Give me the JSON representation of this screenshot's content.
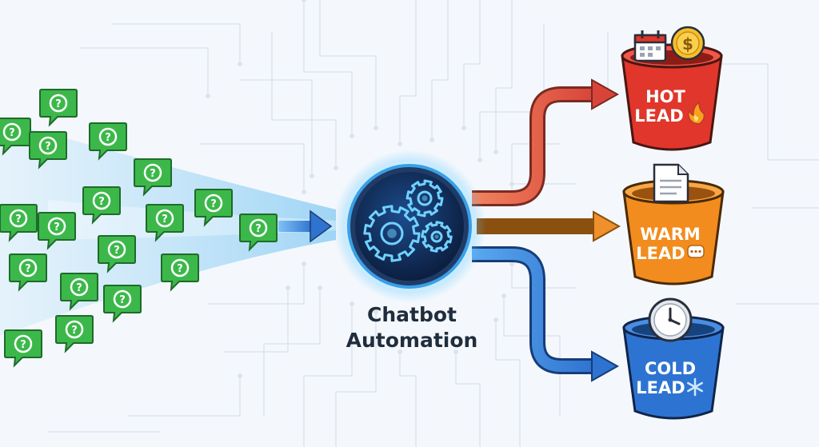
{
  "center": {
    "title_line1": "Chatbot",
    "title_line2": "Automation",
    "icon": "gears-icon"
  },
  "incoming": {
    "icon": "question-chat-bubble-icon",
    "bubble_glyph": "?",
    "bubble_color": "#3cb84a"
  },
  "buckets": [
    {
      "id": "hot",
      "line1": "HOT",
      "line2": "LEAD",
      "badge_icon": "fire-icon",
      "top_icons": [
        "calendar-icon",
        "dollar-coin-icon"
      ],
      "color": "#e0362b",
      "arrow_color": "#d9443a"
    },
    {
      "id": "warm",
      "line1": "WARM",
      "line2": "LEAD",
      "badge_icon": "chat-dots-icon",
      "top_icons": [
        "document-icon"
      ],
      "color": "#f28c1e",
      "arrow_color": "#f0902a"
    },
    {
      "id": "cold",
      "line1": "COLD",
      "line2": "LEAD",
      "badge_icon": "snowflake-icon",
      "top_icons": [
        "clock-icon"
      ],
      "color": "#2d74d2",
      "arrow_color": "#2f73d0"
    }
  ],
  "colors": {
    "background": "#f4f8fc",
    "circuit": "#dbe4ee",
    "hub_glow": "#5fc3ff",
    "hub_dark": "#10264d"
  }
}
